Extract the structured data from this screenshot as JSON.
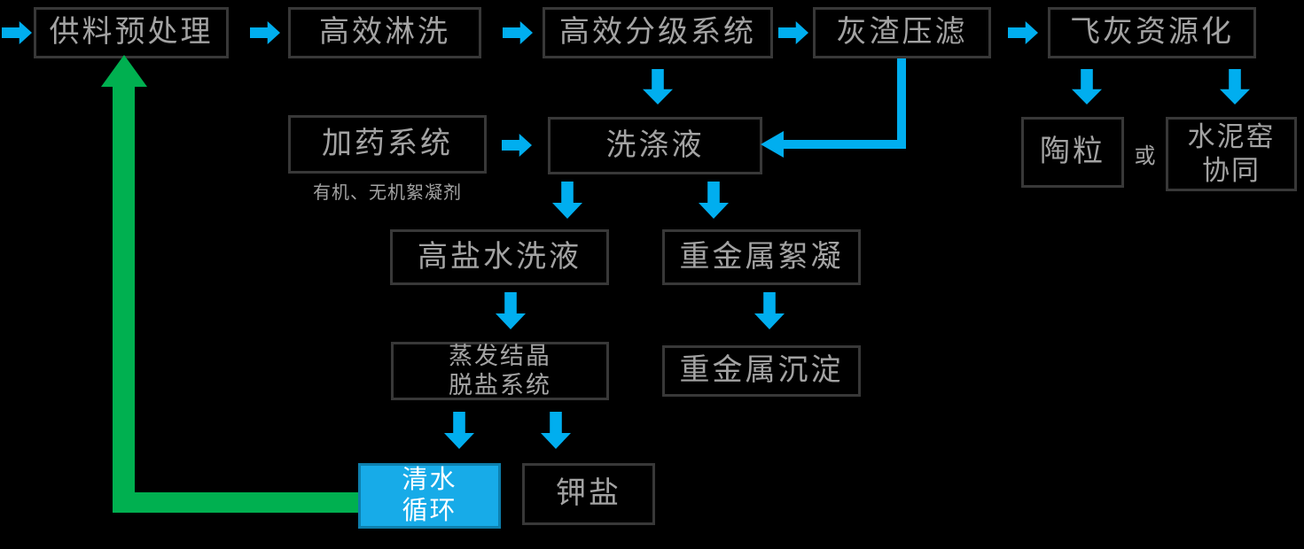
{
  "meta": {
    "type": "process-flow-diagram",
    "background": "#000000"
  },
  "colors": {
    "flow_arrow_blue": "#00AEEF",
    "recycle_arrow_green": "#00B050",
    "box_border_gray": "#383838",
    "box_text_gray": "#A3A3A3",
    "highlight_box_fill": "#17ABE8",
    "highlight_box_border": "#0D7FAD",
    "highlight_box_text": "#FFFFFF"
  },
  "nodes": {
    "feed_pretreatment": {
      "label": "供料预处理"
    },
    "high_efficiency_washing": {
      "label": "高效淋洗"
    },
    "classification_system": {
      "label": "高效分级系统"
    },
    "ash_residue_filter_press": {
      "label": "灰渣压滤"
    },
    "fly_ash_resource_utilization": {
      "label": "飞灰资源化"
    },
    "dosing_system": {
      "label": "加药系统",
      "note": "有机、无机絮凝剂"
    },
    "washing_liquid": {
      "label": "洗涤液"
    },
    "ceramsite": {
      "label": "陶粒"
    },
    "cement_kiln_codisposal": {
      "lines": [
        "水泥窑",
        "协同"
      ]
    },
    "high_salt_wash_water": {
      "label": "高盐水洗液"
    },
    "heavy_metal_flocculation": {
      "label": "重金属絮凝"
    },
    "evaporation_desalination": {
      "lines": [
        "蒸发结晶",
        "脱盐系统"
      ]
    },
    "heavy_metal_precipitation": {
      "label": "重金属沉淀"
    },
    "clean_water_recycle": {
      "lines": [
        "清水",
        "循环"
      ]
    },
    "potassium_salt": {
      "label": "钾盐"
    }
  },
  "labels": {
    "or": "或"
  },
  "edges": [
    {
      "from": "input",
      "to": "feed_pretreatment",
      "color": "blue"
    },
    {
      "from": "feed_pretreatment",
      "to": "high_efficiency_washing",
      "color": "blue"
    },
    {
      "from": "high_efficiency_washing",
      "to": "classification_system",
      "color": "blue"
    },
    {
      "from": "classification_system",
      "to": "ash_residue_filter_press",
      "color": "blue"
    },
    {
      "from": "ash_residue_filter_press",
      "to": "fly_ash_resource_utilization",
      "color": "blue"
    },
    {
      "from": "classification_system",
      "to": "washing_liquid",
      "color": "blue"
    },
    {
      "from": "dosing_system",
      "to": "washing_liquid",
      "color": "blue"
    },
    {
      "from": "ash_residue_filter_press",
      "to": "washing_liquid",
      "color": "blue"
    },
    {
      "from": "fly_ash_resource_utilization",
      "to": "ceramsite",
      "color": "blue"
    },
    {
      "from": "fly_ash_resource_utilization",
      "to": "cement_kiln_codisposal",
      "color": "blue"
    },
    {
      "from": "washing_liquid",
      "to": "high_salt_wash_water",
      "color": "blue"
    },
    {
      "from": "washing_liquid",
      "to": "heavy_metal_flocculation",
      "color": "blue"
    },
    {
      "from": "high_salt_wash_water",
      "to": "evaporation_desalination",
      "color": "blue"
    },
    {
      "from": "heavy_metal_flocculation",
      "to": "heavy_metal_precipitation",
      "color": "blue"
    },
    {
      "from": "evaporation_desalination",
      "to": "clean_water_recycle",
      "color": "blue"
    },
    {
      "from": "evaporation_desalination",
      "to": "potassium_salt",
      "color": "blue"
    },
    {
      "from": "clean_water_recycle",
      "to": "feed_pretreatment",
      "color": "green"
    }
  ]
}
